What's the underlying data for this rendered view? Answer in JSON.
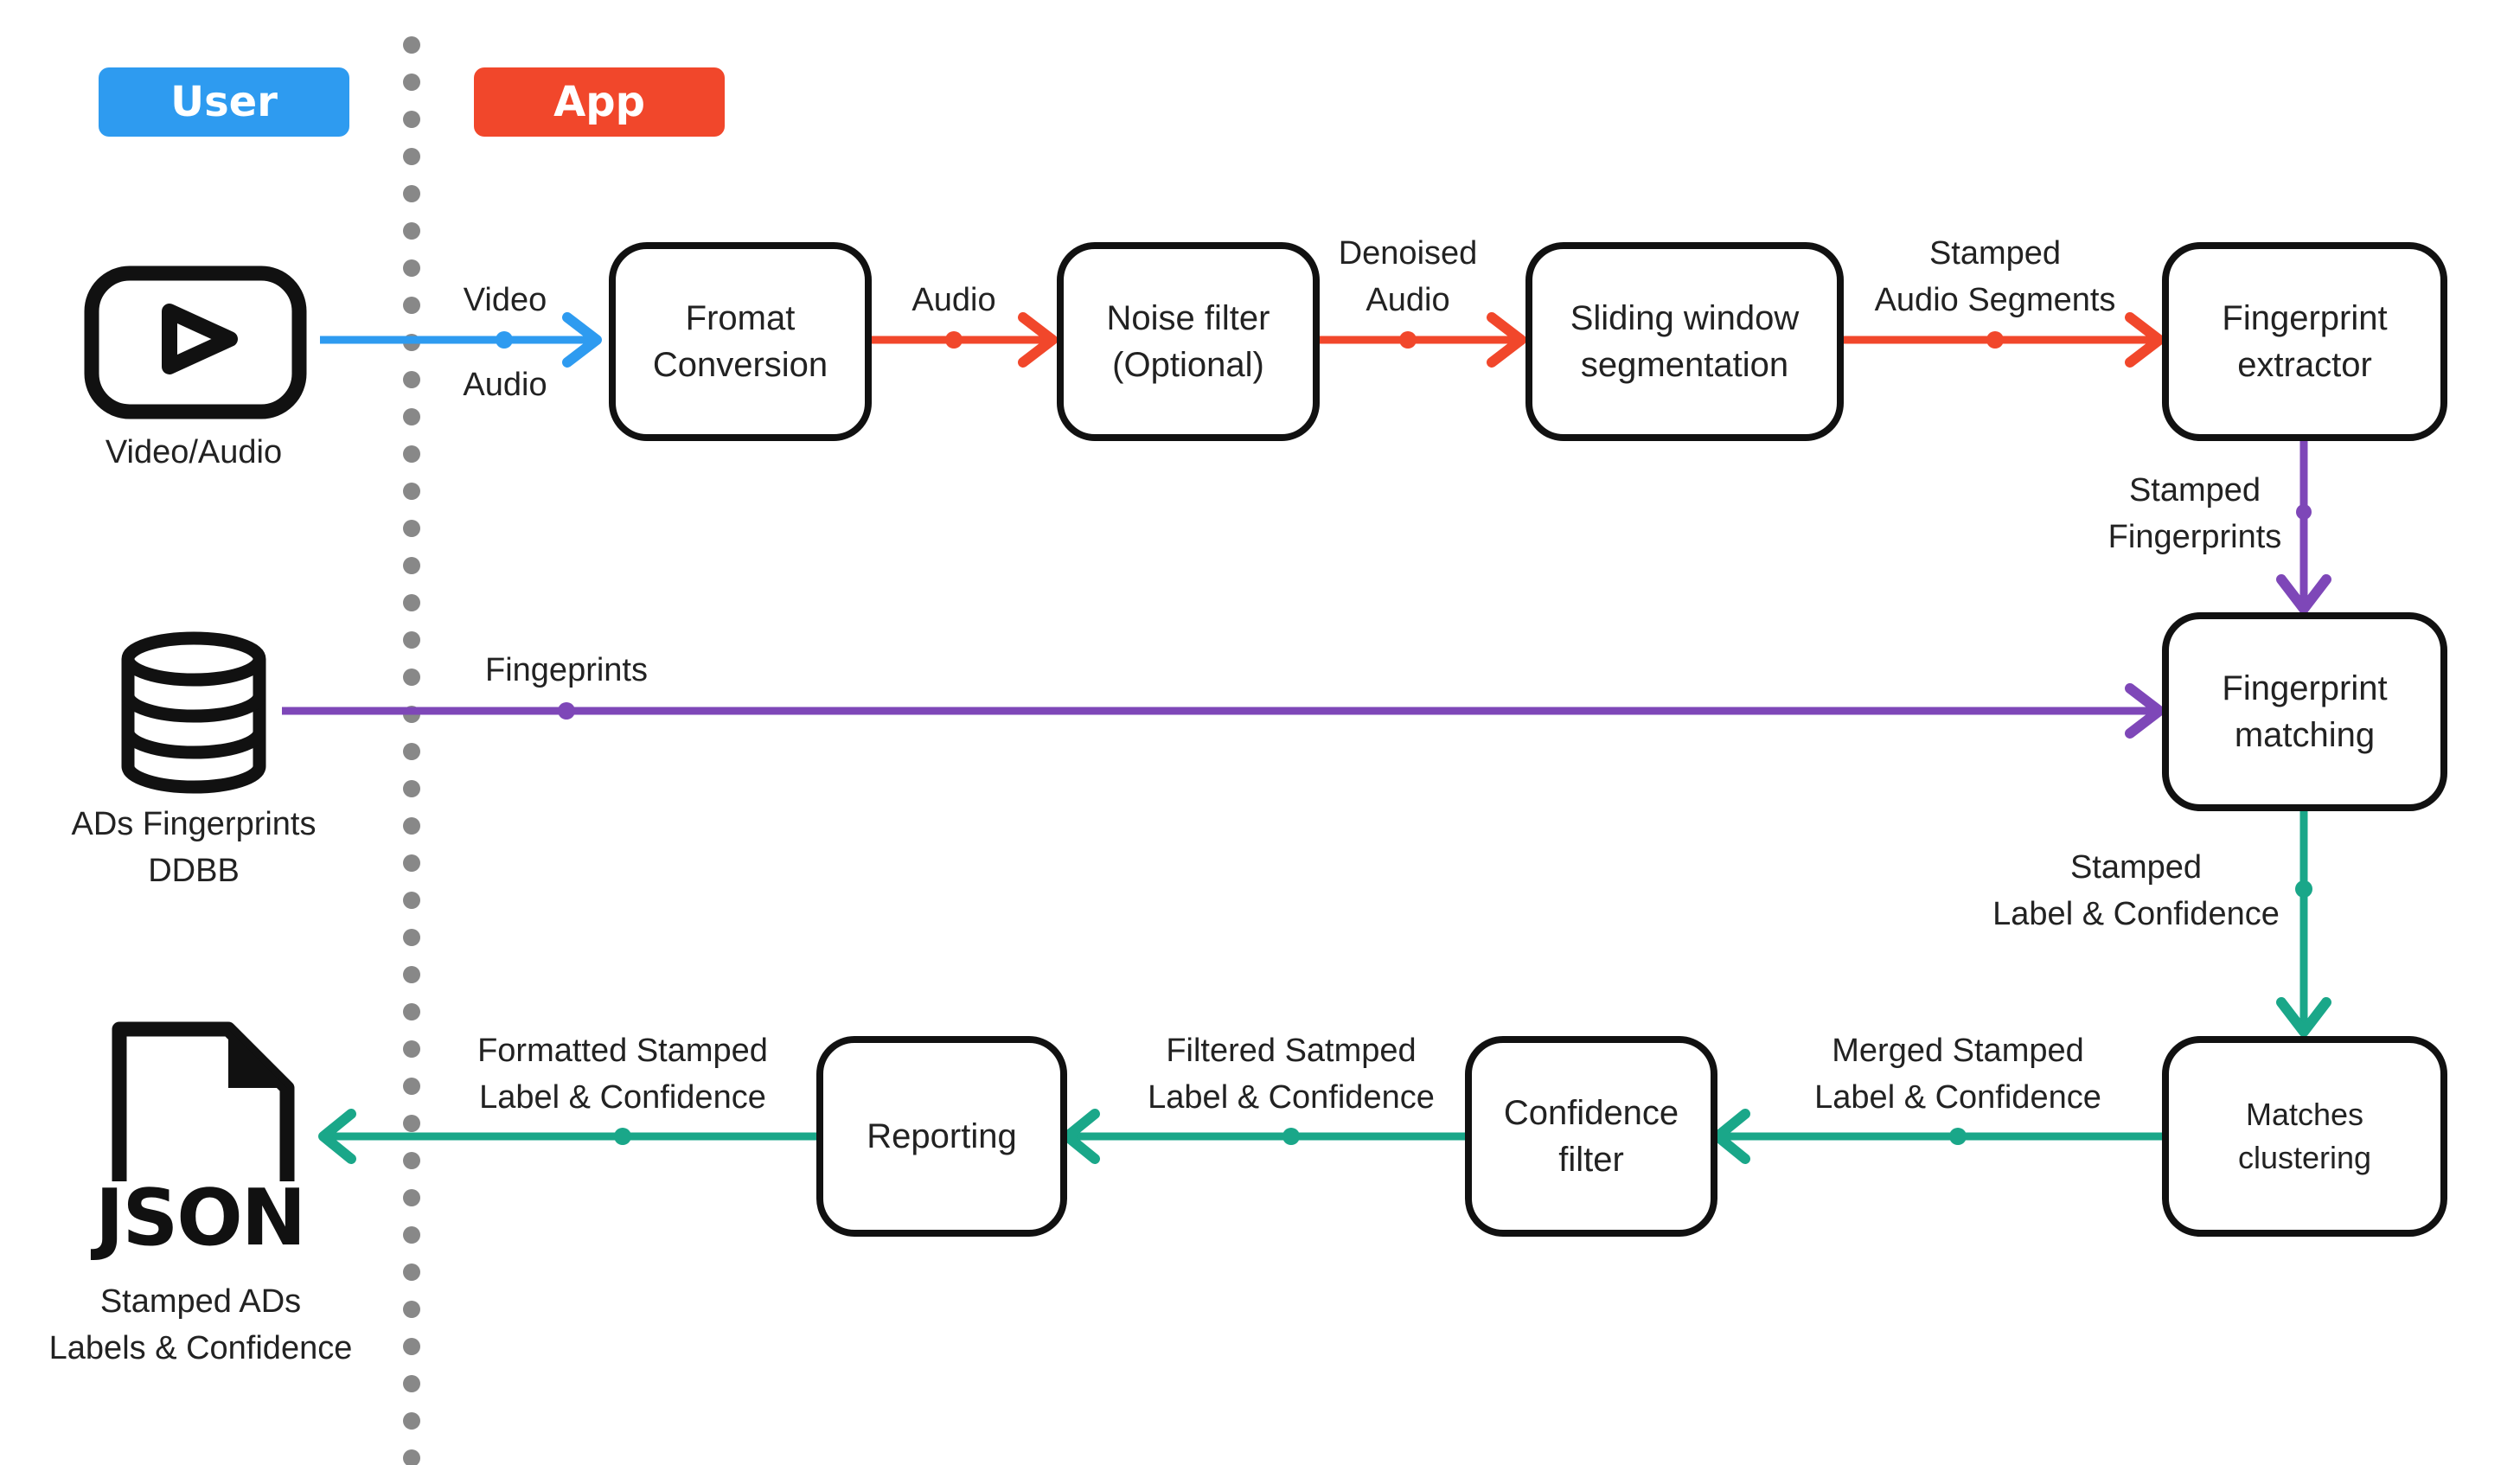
{
  "colors": {
    "user": "#2e9bf0",
    "app": "#f1472b",
    "blue": "#2e9bf0",
    "red": "#f1472b",
    "purple": "#7e47b8",
    "green": "#1aa789",
    "divider": "#888888",
    "node_border": "#111111"
  },
  "lanes": {
    "user": "User",
    "app": "App"
  },
  "inputs": {
    "video": {
      "icon": "video-play-icon",
      "label": "Video/Audio"
    },
    "database": {
      "icon": "database-icon",
      "label": "ADs Fingerprints\nDDBB"
    },
    "json": {
      "icon": "json-file-icon",
      "icon_text": "JSON",
      "label": "Stamped ADs\nLabels & Confidence"
    }
  },
  "nodes": {
    "format": "Fromat\nConversion",
    "noise": "Noise filter\n(Optional)",
    "sliding": "Sliding window\nsegmentation",
    "extractor": "Fingerprint\nextractor",
    "matching": "Fingerprint\nmatching",
    "clustering": "Matches\nclustering",
    "confidence": "Confidence\nfilter",
    "reporting": "Reporting"
  },
  "edges": {
    "video_top": "Video",
    "video_bottom": "Audio",
    "audio": "Audio",
    "denoised": "Denoised\nAudio",
    "segments": "Stamped\nAudio Segments",
    "fingerprints_stamped": "Stamped\nFingerprints",
    "fingerprints_db": "Fingeprints",
    "label_conf": "Stamped\nLabel & Confidence",
    "merged": "Merged Stamped\nLabel & Confidence",
    "filtered": "Filtered Satmped\nLabel & Confidence",
    "formatted": "Formatted Stamped\nLabel & Confidence"
  }
}
